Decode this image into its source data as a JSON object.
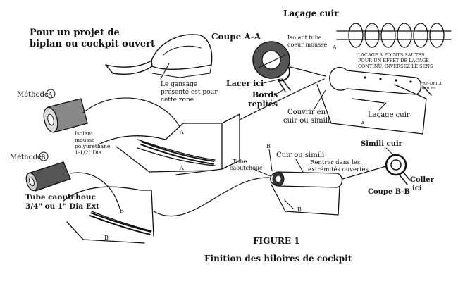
{
  "headline": {
    "line1": "Pour un projet de",
    "line2": "biplan ou cockpit ouvert"
  },
  "gansage": {
    "line1": "Le gansage",
    "line2": "présenté est pour",
    "line3": "cette zone"
  },
  "coupe_aa": {
    "title": "Coupe A-A",
    "isolant_line1": "Isolant tube",
    "isolant_line2": "coeur mousse",
    "lacer": "Lacer ici",
    "bords_line1": "Bords",
    "bords_line2": "repliés"
  },
  "lacage_top": {
    "title": "Laçage cuir",
    "note_line1": "LACAGE A POINTS SAUTES",
    "note_line2": "POUR UN EFFET DE LACAGE",
    "note_line3": "CONTINU, INVERSEZ LE SENS"
  },
  "detail_a": {
    "couvrir_line1": "Couvrir en",
    "couvrir_line2": "cuir ou simili",
    "lacage": "Laçage cuir",
    "holes_line1": "PRE-DRILL",
    "holes_line2": "HOLES",
    "marker": "A"
  },
  "methode_a": {
    "label": "Méthode",
    "letter": "A",
    "mat_line1": "Isolant",
    "mat_line2": "mousse",
    "mat_line3": "polyuréthane",
    "mat_line4": "1-1/2\" Dia"
  },
  "methode_b": {
    "label": "Méthode",
    "letter": "B",
    "tube_line1": "Tube caoutchouc",
    "tube_line2": "3/4\" ou 1\" Dia Ext"
  },
  "detail_b": {
    "tube_line1": "Tube",
    "tube_line2": "caoutchouc",
    "cuir": "Cuir ou simili",
    "rentrer_line1": "Rentrer dans les",
    "rentrer_line2": "extrémités ouvertes",
    "marker": "B"
  },
  "coupe_bb": {
    "simili": "Simili cuir",
    "coller_line1": "Coller",
    "coller_line2": "ici",
    "title": "Coupe B-B"
  },
  "figure": {
    "number": "FIGURE 1",
    "caption": "Finition des hiloires de cockpit"
  }
}
